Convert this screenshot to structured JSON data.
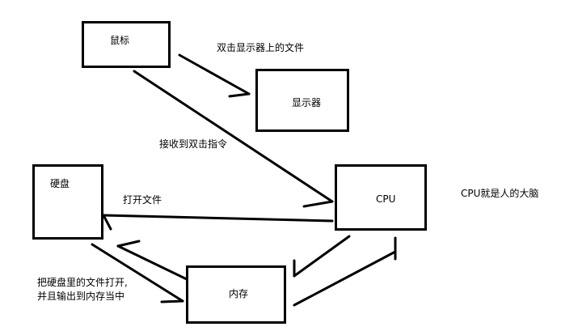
{
  "nodes": {
    "mouse": "鼠标",
    "monitor": "显示器",
    "disk": "硬盘",
    "cpu": "CPU",
    "memory": "内存"
  },
  "annotations": {
    "double_click_file": "双击显示器上的文件",
    "receive_command": "接收到双击指令",
    "open_file": "打开文件",
    "cpu_brain": "CPU就是人的大脑",
    "load_to_memory_line1": "把硬盘里的文件打开,",
    "load_to_memory_line2": "并且输出到内存当中"
  },
  "colors": {
    "stroke": "#000000",
    "background": "#ffffff"
  }
}
